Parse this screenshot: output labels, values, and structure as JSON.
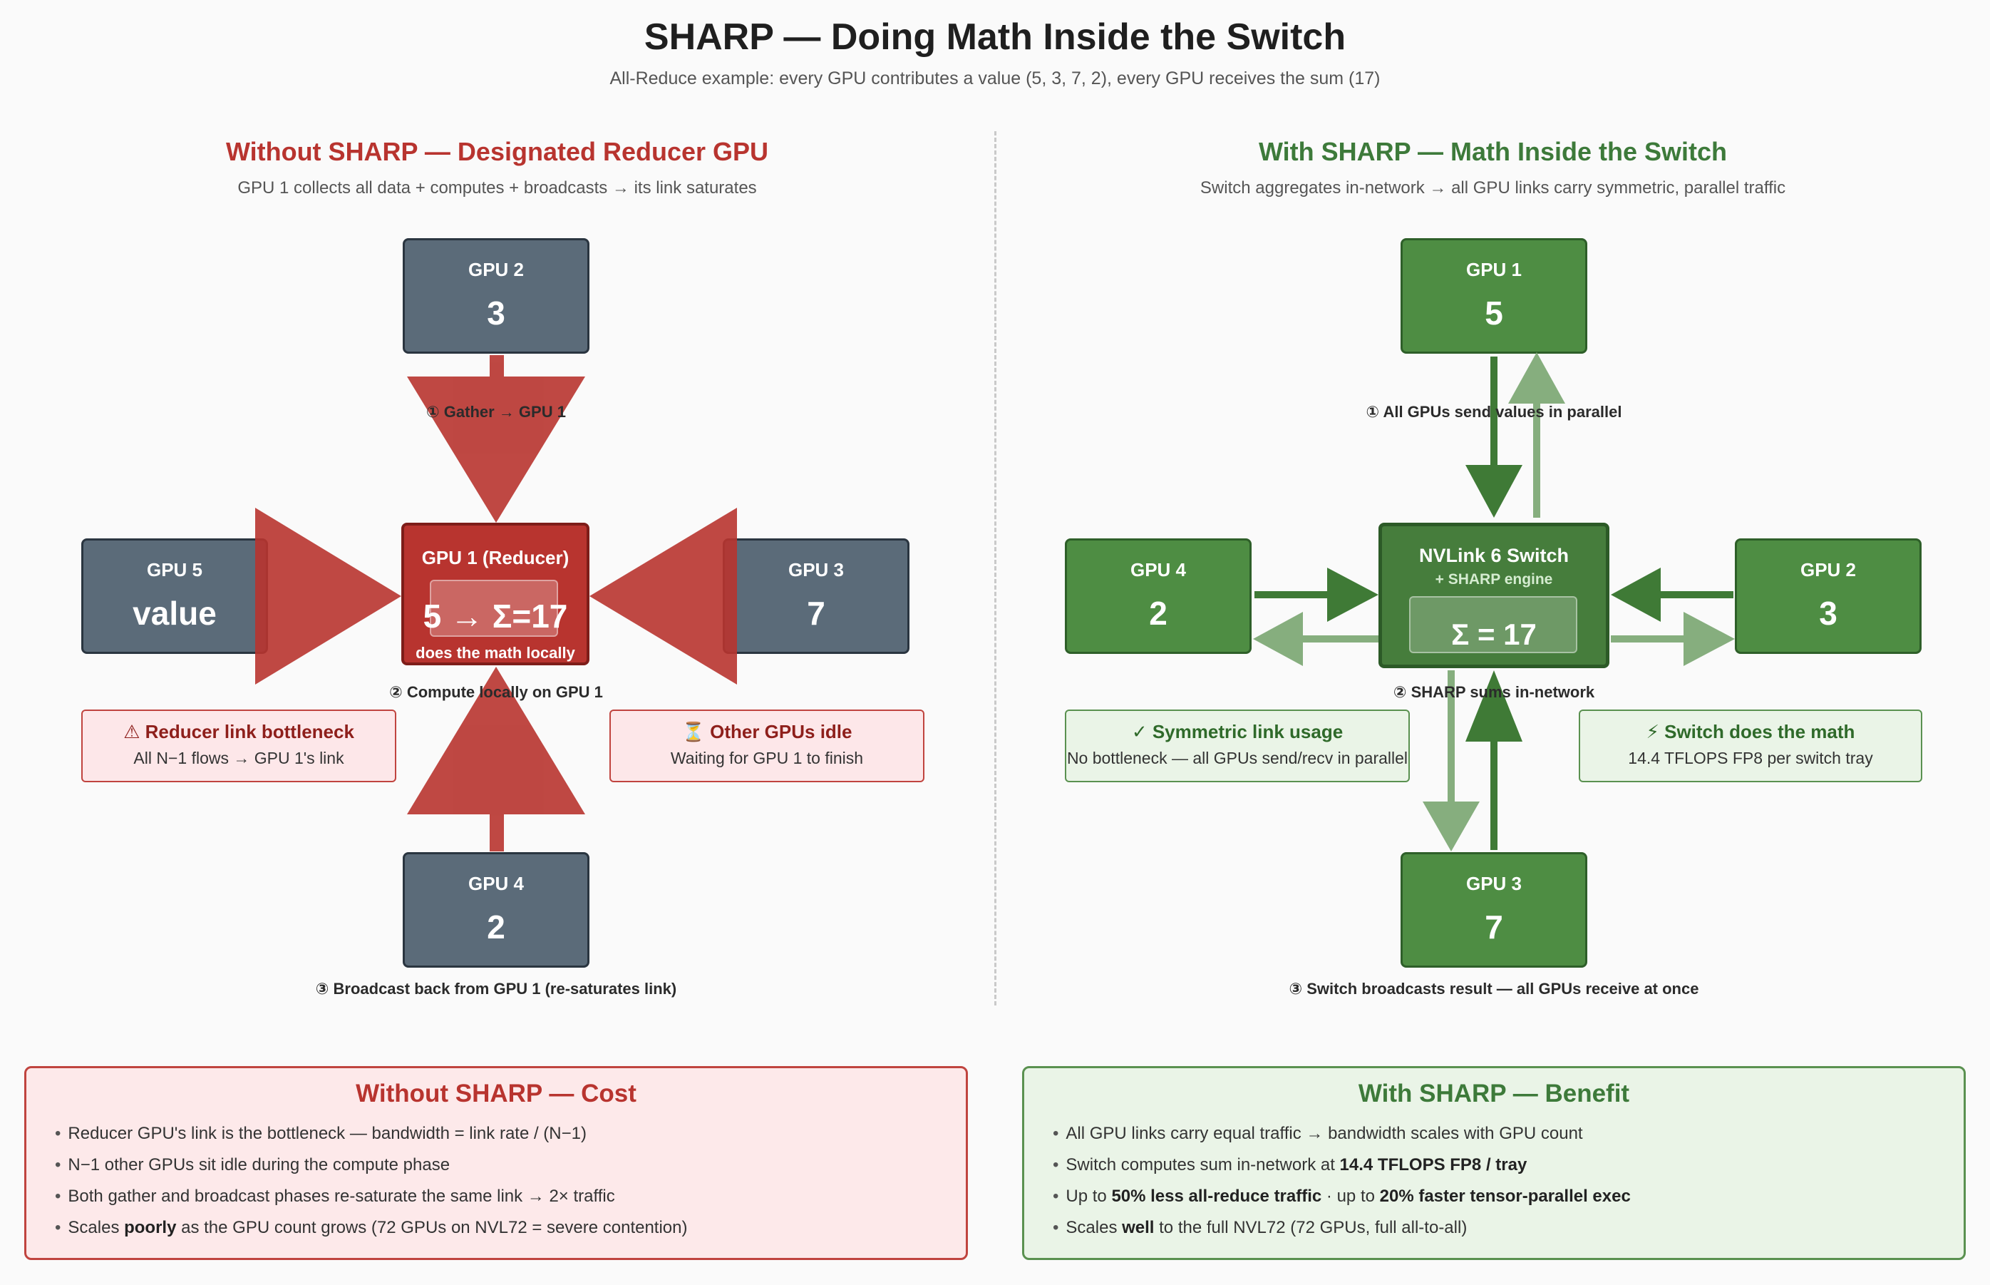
{
  "header": {
    "title": "SHARP — Doing Math Inside the Switch",
    "subtitle": "All-Reduce example: every GPU contributes a value (5, 3, 7, 2), every GPU receives the sum (17)"
  },
  "left": {
    "title": "Without SHARP — Designated Reducer GPU",
    "subtitle": "GPU 1 collects all data + computes + broadcasts → its link saturates",
    "gpu_top": {
      "label": "GPU 2",
      "value": "3"
    },
    "gpu_left": {
      "label": "GPU 5",
      "value": "value"
    },
    "gpu_right": {
      "label": "GPU 3",
      "value": "7"
    },
    "gpu_bottom": {
      "label": "GPU 4",
      "value": "2"
    },
    "reducer": {
      "label": "GPU 1 (Reducer)",
      "value": "5 → Σ=17",
      "note": "does the math locally"
    },
    "step1": "① Gather → GPU 1",
    "step2": "② Compute locally on GPU 1",
    "step3": "③ Broadcast back from GPU 1 (re-saturates link)",
    "callout_left": {
      "title": "⚠ Reducer link bottleneck",
      "desc": "All N−1 flows → GPU 1's link"
    },
    "callout_right": {
      "title": "⏳ Other GPUs idle",
      "desc": "Waiting for GPU 1 to finish"
    },
    "colors": {
      "gpu": "#5b6b79",
      "reducer": "#b8342f",
      "arrow": "#b8342f"
    }
  },
  "right": {
    "title": "With SHARP — Math Inside the Switch",
    "subtitle": "Switch aggregates in-network → all GPU links carry symmetric, parallel traffic",
    "gpu_top": {
      "label": "GPU 1",
      "value": "5"
    },
    "gpu_left": {
      "label": "GPU 4",
      "value": "2"
    },
    "gpu_right": {
      "label": "GPU 2",
      "value": "3"
    },
    "gpu_bottom": {
      "label": "GPU 3",
      "value": "7"
    },
    "switch": {
      "label": "NVLink 6 Switch",
      "sub": "+ SHARP engine",
      "value": "Σ = 17"
    },
    "step1": "① All GPUs send values in parallel",
    "step2": "② SHARP sums in-network",
    "step3": "③ Switch broadcasts result — all GPUs receive at once",
    "callout_left": {
      "title": "✓ Symmetric link usage",
      "desc": "No bottleneck — all GPUs send/recv in parallel"
    },
    "callout_right": {
      "title": "⚡ Switch does the math",
      "desc": "14.4 TFLOPS FP8 per switch tray"
    },
    "colors": {
      "gpu": "#4e8d43",
      "switch": "#467d3c",
      "arrow_send": "#3f7a36",
      "arrow_recv": "#86ae7e"
    }
  },
  "cost_panel": {
    "title": "Without SHARP — Cost",
    "items": [
      {
        "pre": "Reducer GPU's link is the bottleneck — bandwidth = link rate / (N−1)",
        "bold": "",
        "post": ""
      },
      {
        "pre": "N−1 other GPUs sit idle during the compute phase",
        "bold": "",
        "post": ""
      },
      {
        "pre": "Both gather and broadcast phases re-saturate the same link → 2× traffic",
        "bold": "",
        "post": ""
      },
      {
        "pre": "Scales ",
        "bold": "poorly",
        "post": " as the GPU count grows (72 GPUs on NVL72 = severe contention)"
      }
    ]
  },
  "benefit_panel": {
    "title": "With SHARP — Benefit",
    "items": [
      {
        "pre": "All GPU links carry equal traffic → bandwidth scales with GPU count",
        "bold": "",
        "post": "",
        "bold2": "",
        "post2": ""
      },
      {
        "pre": "Switch computes sum in-network at ",
        "bold": "14.4 TFLOPS FP8 / tray",
        "post": "",
        "bold2": "",
        "post2": ""
      },
      {
        "pre": "Up to ",
        "bold": "50% less all-reduce traffic",
        "post": " · up to ",
        "bold2": "20% faster tensor-parallel exec",
        "post2": ""
      },
      {
        "pre": "Scales ",
        "bold": "well",
        "post": " to the full NVL72 (72 GPUs, full all-to-all)",
        "bold2": "",
        "post2": ""
      }
    ]
  },
  "bullet": "•"
}
